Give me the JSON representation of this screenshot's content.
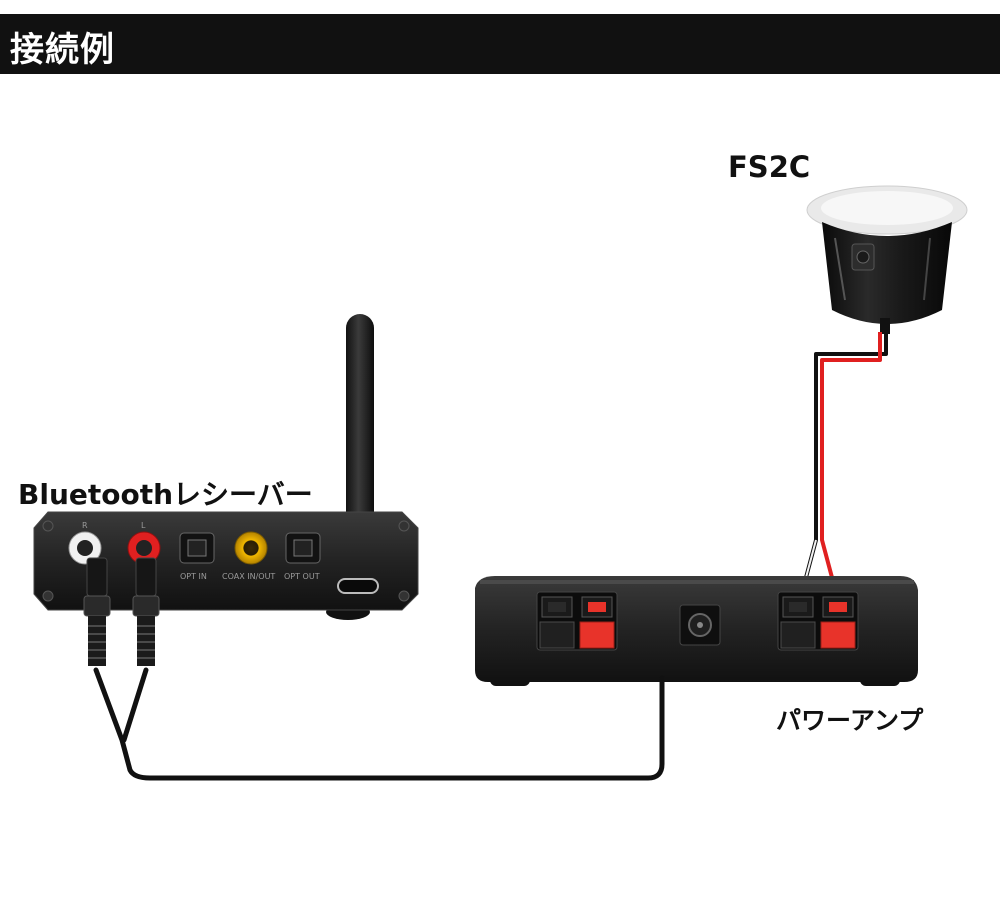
{
  "header": {
    "title": "接続例"
  },
  "devices": {
    "speaker": {
      "label": "FS2C"
    },
    "receiver": {
      "label": "Bluetoothレシーバー",
      "port_labels": {
        "r": "R",
        "l": "L",
        "opt_in": "OPT IN",
        "coax": "COAX IN/OUT",
        "opt_out": "OPT OUT"
      }
    },
    "amplifier": {
      "label": "パワーアンプ"
    }
  },
  "colors": {
    "header_bg": "#111111",
    "device_body": "#1c1c1c",
    "terminal_red": "#e8332a",
    "wire_red": "#e02020",
    "cable": "#111111"
  }
}
